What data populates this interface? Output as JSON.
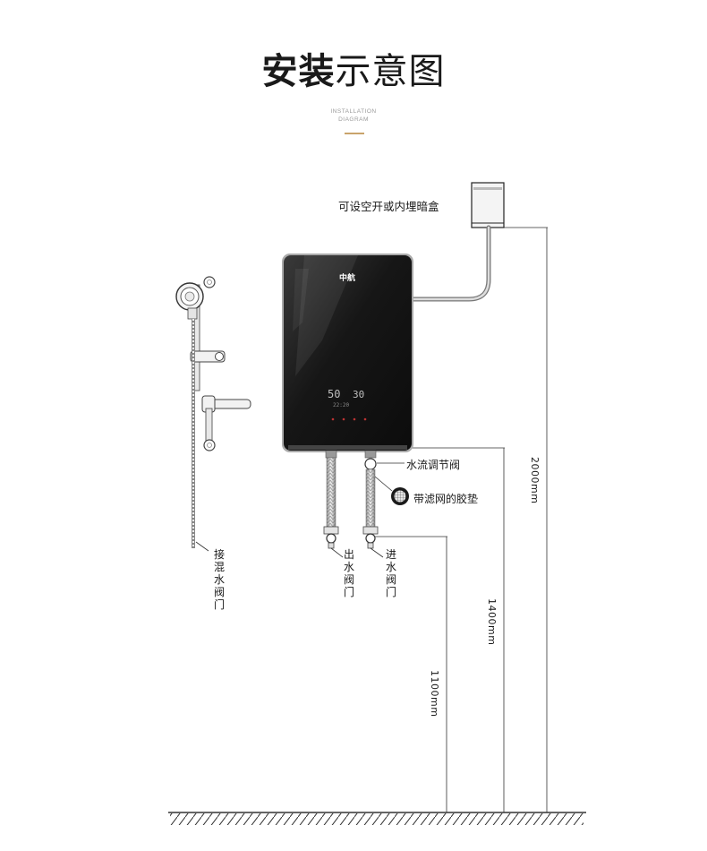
{
  "title": {
    "bold": "安装",
    "light": "示意图"
  },
  "subtitle": {
    "line1": "INSTALLATION",
    "line2": "DIAGRAM"
  },
  "accent_color": "#c9a36b",
  "heater": {
    "logo": "中航",
    "display_temp_left": "50",
    "display_temp_right": "30",
    "display_small": "22:20"
  },
  "labels": {
    "junction_box": "可设空开或内埋暗盒",
    "flow_valve": "水流调节阀",
    "filter_gasket": "带滤网的胶垫",
    "mixing_valve": "接混水阀门",
    "outlet_valve": "出水阀门",
    "inlet_valve": "进水阀门"
  },
  "dimensions": {
    "d2000": "2000mm",
    "d1400": "1400mm",
    "d1100": "1100mm"
  },
  "icons": [
    "shower-head-icon",
    "filter-gasket-icon",
    "junction-box-icon",
    "water-heater-icon"
  ]
}
